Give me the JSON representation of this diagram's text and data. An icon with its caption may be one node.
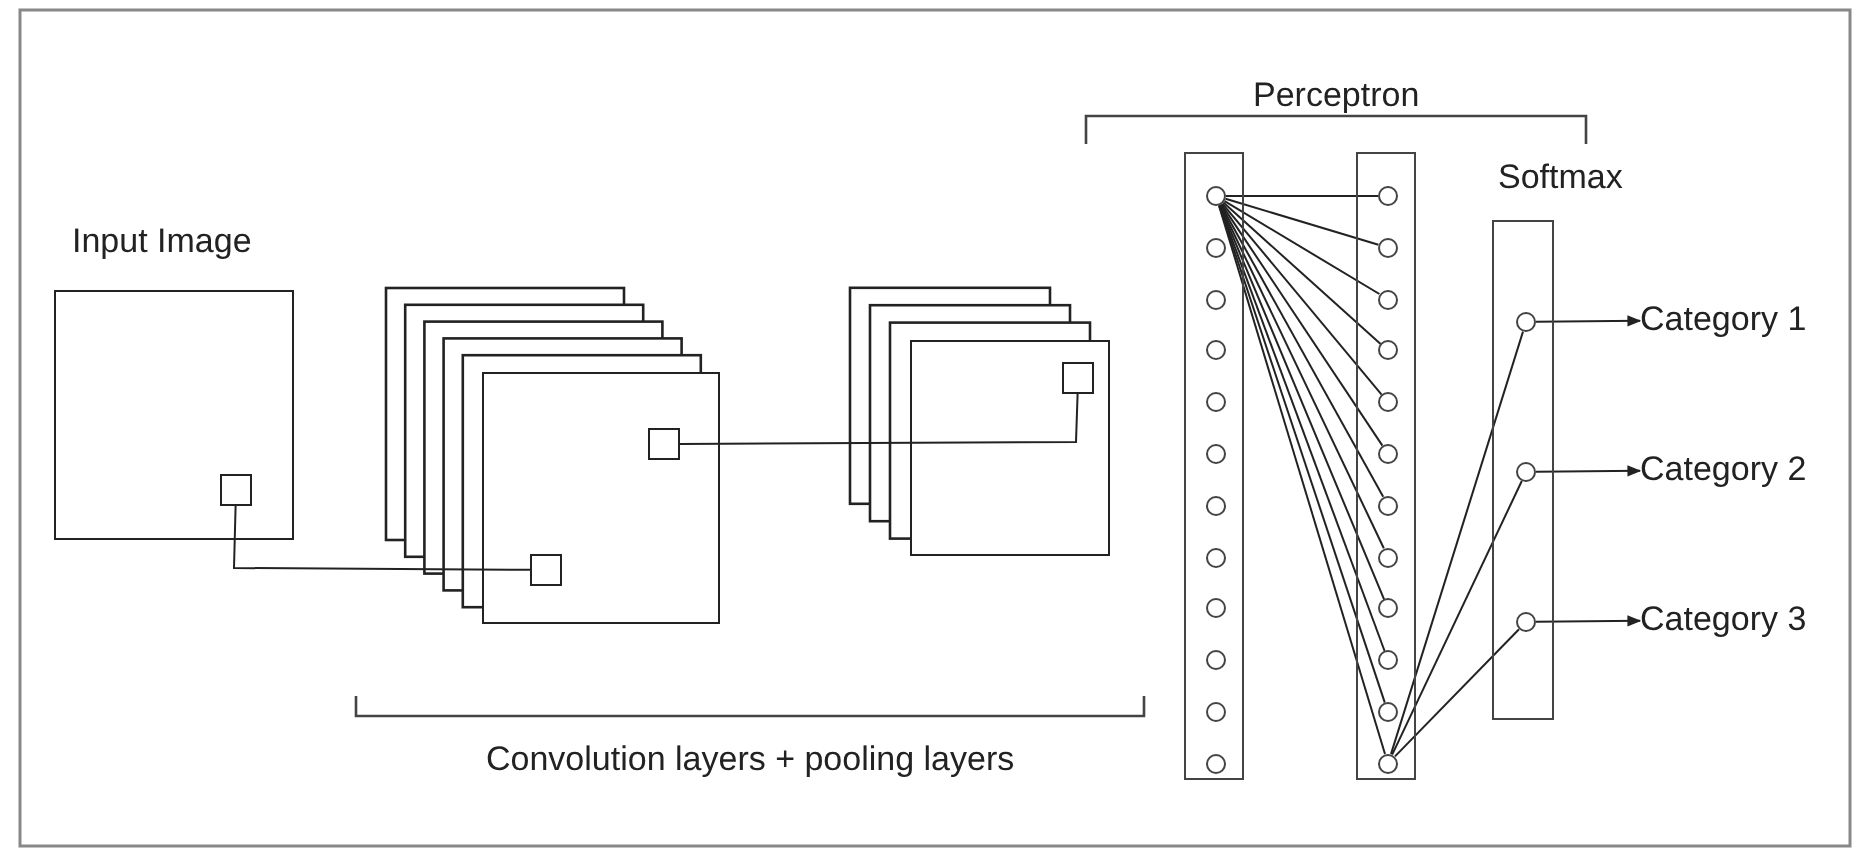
{
  "diagram": {
    "nodes": [
      {
        "text": [
          "Input Image"
        ]
      },
      {
        "text": [],
        "shape": "box",
        "in": 0
      },
      {
        "text": [],
        "shape": "box"
      },
      {
        "text": [],
        "shape": "box",
        "in": 2
      },
      {
        "text": [],
        "shape": "box",
        "in": 2
      },
      {
        "text": [],
        "shape": "box"
      },
      {
        "text": [],
        "shape": "box",
        "in": 5
      },
      {
        "text": [],
        "shape": "bar"
      },
      {
        "text": [],
        "shape": "circle",
        "in": 7
      },
      {
        "text": [],
        "shape": "circle",
        "in": 7
      },
      {
        "text": [],
        "shape": "circle",
        "in": 7
      },
      {
        "text": [],
        "shape": "circle",
        "in": 7
      },
      {
        "text": [],
        "shape": "circle",
        "in": 7
      },
      {
        "text": [],
        "shape": "circle",
        "in": 7
      },
      {
        "text": [],
        "shape": "circle",
        "in": 7
      },
      {
        "text": [],
        "shape": "circle",
        "in": 7
      },
      {
        "text": [],
        "shape": "circle",
        "in": 7
      },
      {
        "text": [],
        "shape": "circle",
        "in": 7
      },
      {
        "text": [],
        "shape": "circle",
        "in": 7
      },
      {
        "text": [],
        "shape": "circle",
        "in": 7
      },
      {
        "text": [],
        "shape": "bar"
      },
      {
        "text": [],
        "shape": "circle",
        "in": 20
      },
      {
        "text": [],
        "shape": "circle",
        "in": 20
      },
      {
        "text": [],
        "shape": "circle",
        "in": 20
      },
      {
        "text": [],
        "shape": "circle",
        "in": 20
      },
      {
        "text": [],
        "shape": "circle",
        "in": 20
      },
      {
        "text": [],
        "shape": "circle",
        "in": 20
      },
      {
        "text": [],
        "shape": "circle",
        "in": 20
      },
      {
        "text": [],
        "shape": "circle",
        "in": 20
      },
      {
        "text": [],
        "shape": "circle",
        "in": 20
      },
      {
        "text": [],
        "shape": "circle",
        "in": 20
      },
      {
        "text": [],
        "shape": "circle",
        "in": 20
      },
      {
        "text": [],
        "shape": "circle",
        "in": 20
      },
      {
        "text": [
          "Softmax"
        ]
      },
      {
        "text": [],
        "shape": "circle",
        "in": 33
      },
      {
        "text": [],
        "shape": "circle",
        "in": 33
      },
      {
        "text": [],
        "shape": "circle",
        "in": 33
      },
      {
        "text": [
          "Category 1"
        ]
      },
      {
        "text": [
          "Category 2"
        ]
      },
      {
        "text": [
          "Category 3"
        ]
      }
    ],
    "edges": [
      {
        "from": 1,
        "to": 3,
        "arrow": "none"
      },
      {
        "from": 4,
        "to": 6,
        "arrow": "none"
      },
      {
        "from": 8,
        "to": 21,
        "arrow": "none"
      },
      {
        "from": 8,
        "to": 22,
        "arrow": "none"
      },
      {
        "from": 8,
        "to": 23,
        "arrow": "none"
      },
      {
        "from": 8,
        "to": 24,
        "arrow": "none"
      },
      {
        "from": 8,
        "to": 25,
        "arrow": "none"
      },
      {
        "from": 8,
        "to": 26,
        "arrow": "none"
      },
      {
        "from": 8,
        "to": 27,
        "arrow": "none"
      },
      {
        "from": 8,
        "to": 28,
        "arrow": "none"
      },
      {
        "from": 8,
        "to": 29,
        "arrow": "none"
      },
      {
        "from": 8,
        "to": 30,
        "arrow": "none"
      },
      {
        "from": 8,
        "to": 31,
        "arrow": "none"
      },
      {
        "from": 8,
        "to": 32,
        "arrow": "none"
      },
      {
        "from": 32,
        "to": 34,
        "arrow": "none"
      },
      {
        "from": 32,
        "to": 35,
        "arrow": "none"
      },
      {
        "from": 32,
        "to": 36,
        "arrow": "none"
      },
      {
        "from": 34,
        "to": 37,
        "arrow": "to"
      },
      {
        "from": 35,
        "to": 38,
        "arrow": "to"
      },
      {
        "from": 36,
        "to": 39,
        "arrow": "to"
      }
    ],
    "labels": [
      "Perceptron",
      "Convolution layers + pooling layers"
    ]
  }
}
